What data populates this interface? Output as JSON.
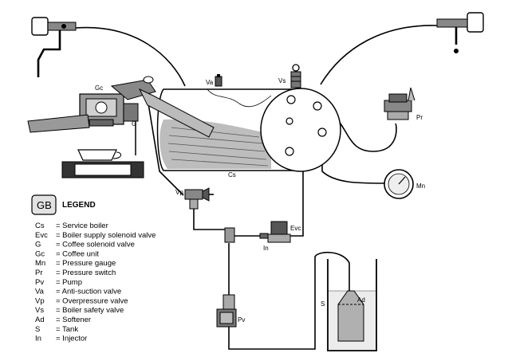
{
  "legend": {
    "badge": "GB",
    "title": "LEGEND",
    "items": [
      {
        "code": "Cs",
        "desc": "=  Service boiler"
      },
      {
        "code": "Evc",
        "desc": "=  Boiler supply solenoid valve"
      },
      {
        "code": "G",
        "desc": "=  Coffee solenoid valve"
      },
      {
        "code": "Gc",
        "desc": "=  Coffee unit"
      },
      {
        "code": "Mn",
        "desc": "=  Pressure gauge"
      },
      {
        "code": "Pr",
        "desc": "=  Pressure switch"
      },
      {
        "code": "Pv",
        "desc": "=  Pump"
      },
      {
        "code": "Va",
        "desc": "=  Anti-suction valve"
      },
      {
        "code": "Vp",
        "desc": "=  Overpressure valve"
      },
      {
        "code": "Vs",
        "desc": "=  Boiler safety valve"
      },
      {
        "code": "Ad",
        "desc": "=   Softener"
      },
      {
        "code": "S",
        "desc": "=   Tank"
      },
      {
        "code": "In",
        "desc": "=   Injector"
      }
    ]
  },
  "labels": {
    "gc": "Gc",
    "g": "G",
    "va": "Va",
    "vs": "Vs",
    "cs": "Cs",
    "pr": "Pr",
    "mn": "Mn",
    "vp": "Vp",
    "evc": "Evc",
    "in": "In",
    "pv": "Pv",
    "s": "S",
    "ad": "Ad"
  }
}
